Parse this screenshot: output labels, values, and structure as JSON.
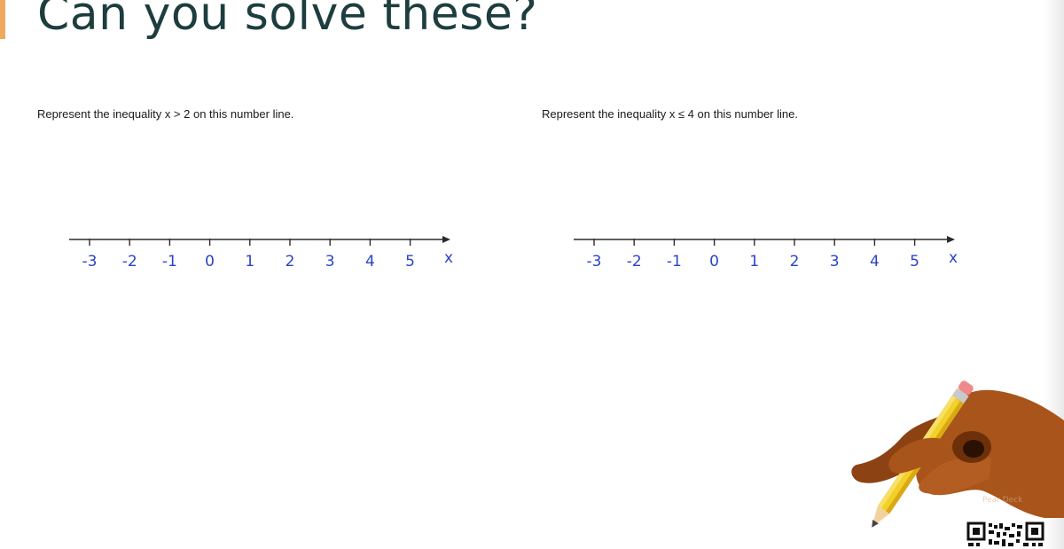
{
  "slide": {
    "title": "Can you solve these?",
    "watermark_icon": "pear-deck-logo-icon"
  },
  "problems": [
    {
      "prompt": "Represent the inequality x > 2 on this number line.",
      "number_line": {
        "ticks": [
          "-3",
          "-2",
          "-1",
          "0",
          "1",
          "2",
          "3",
          "4",
          "5"
        ],
        "variable": "x",
        "label_color": "#2a44c7"
      }
    },
    {
      "prompt": "Represent the inequality x ≤ 4 on this number line.",
      "number_line": {
        "ticks": [
          "-3",
          "-2",
          "-1",
          "0",
          "1",
          "2",
          "3",
          "4",
          "5"
        ],
        "variable": "x",
        "label_color": "#2a44c7"
      }
    }
  ],
  "decorations": {
    "hand_icon": "hand-writing-with-pencil-icon",
    "qr_icon": "qr-code-icon"
  },
  "colors": {
    "title": "#1d3d3e",
    "accent": "#f0a95c",
    "number_labels": "#2a44c7"
  }
}
